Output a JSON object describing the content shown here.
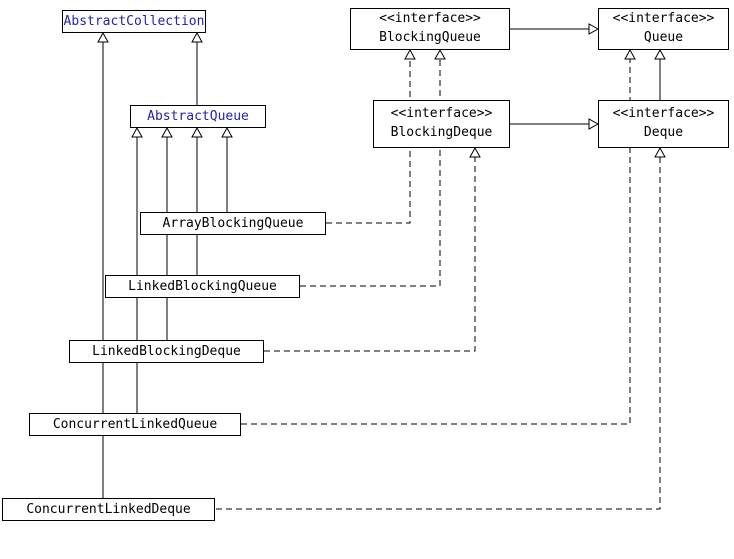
{
  "diagram": {
    "colors": {
      "abstract_class_text": "#2222b2",
      "class_text": "#000000",
      "border": "#000000",
      "edge": "#000000",
      "background": "#ffffff"
    },
    "classes": [
      {
        "label": "AbstractCollection",
        "abstract": true
      },
      {
        "label": "AbstractQueue",
        "abstract": true
      },
      {
        "label": "ArrayBlockingQueue",
        "abstract": false
      },
      {
        "label": "LinkedBlockingQueue",
        "abstract": false
      },
      {
        "label": "LinkedBlockingDeque",
        "abstract": false
      },
      {
        "label": "ConcurrentLinkedQueue",
        "abstract": false
      },
      {
        "label": "ConcurrentLinkedDeque",
        "abstract": false
      }
    ],
    "interfaces": [
      {
        "stereotype": "<<interface>>",
        "label": "BlockingQueue"
      },
      {
        "stereotype": "<<interface>>",
        "label": "Queue"
      },
      {
        "stereotype": "<<interface>>",
        "label": "BlockingDeque"
      },
      {
        "stereotype": "<<interface>>",
        "label": "Deque"
      }
    ],
    "relations": [
      {
        "from": "AbstractQueue",
        "to": "AbstractCollection",
        "type": "extends"
      },
      {
        "from": "ArrayBlockingQueue",
        "to": "AbstractQueue",
        "type": "extends"
      },
      {
        "from": "LinkedBlockingQueue",
        "to": "AbstractQueue",
        "type": "extends"
      },
      {
        "from": "LinkedBlockingDeque",
        "to": "AbstractQueue",
        "type": "extends"
      },
      {
        "from": "ConcurrentLinkedQueue",
        "to": "AbstractQueue",
        "type": "extends"
      },
      {
        "from": "ConcurrentLinkedDeque",
        "to": "AbstractCollection",
        "type": "extends"
      },
      {
        "from": "BlockingQueue",
        "to": "Queue",
        "type": "extends"
      },
      {
        "from": "BlockingDeque",
        "to": "Deque",
        "type": "extends"
      },
      {
        "from": "Deque",
        "to": "Queue",
        "type": "extends"
      },
      {
        "from": "ArrayBlockingQueue",
        "to": "BlockingQueue",
        "type": "implements"
      },
      {
        "from": "LinkedBlockingQueue",
        "to": "BlockingQueue",
        "type": "implements"
      },
      {
        "from": "LinkedBlockingDeque",
        "to": "BlockingDeque",
        "type": "implements"
      },
      {
        "from": "ConcurrentLinkedQueue",
        "to": "Queue",
        "type": "implements"
      },
      {
        "from": "ConcurrentLinkedDeque",
        "to": "Deque",
        "type": "implements"
      }
    ]
  }
}
